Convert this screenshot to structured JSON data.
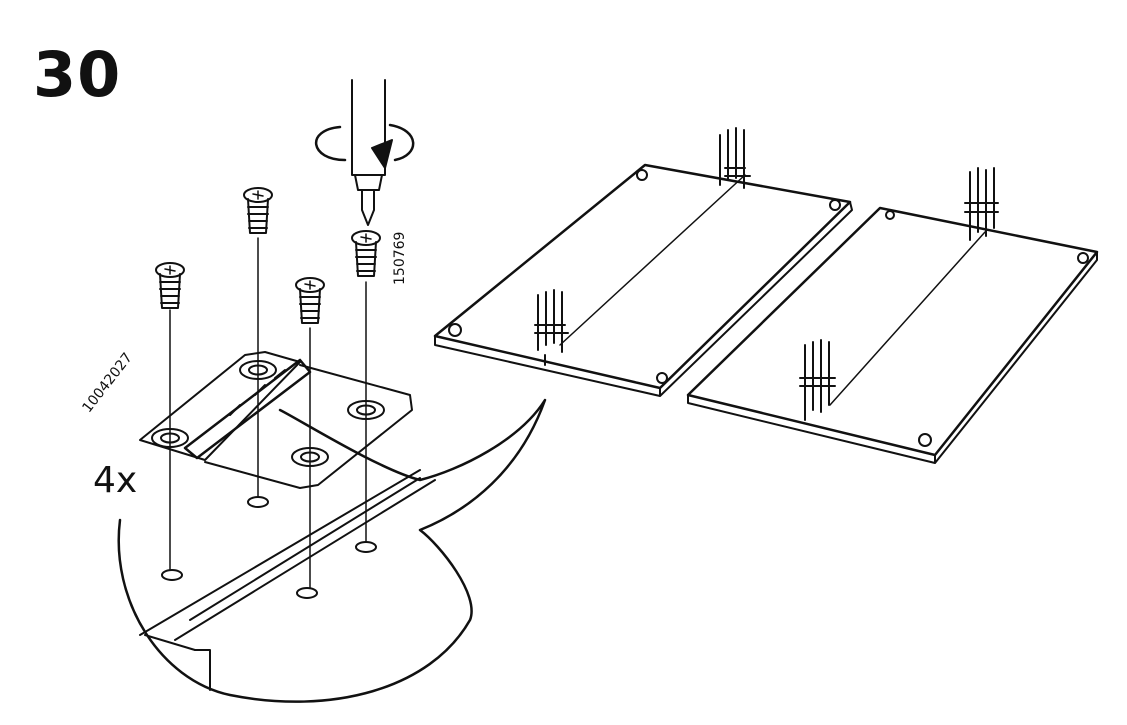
{
  "step": {
    "number": "30"
  },
  "parts": {
    "hinge_quantity": "4x",
    "hinge_part_number": "10042027",
    "screw_part_number": "150769"
  },
  "colors": {
    "line": "#111111",
    "background": "#ffffff"
  }
}
